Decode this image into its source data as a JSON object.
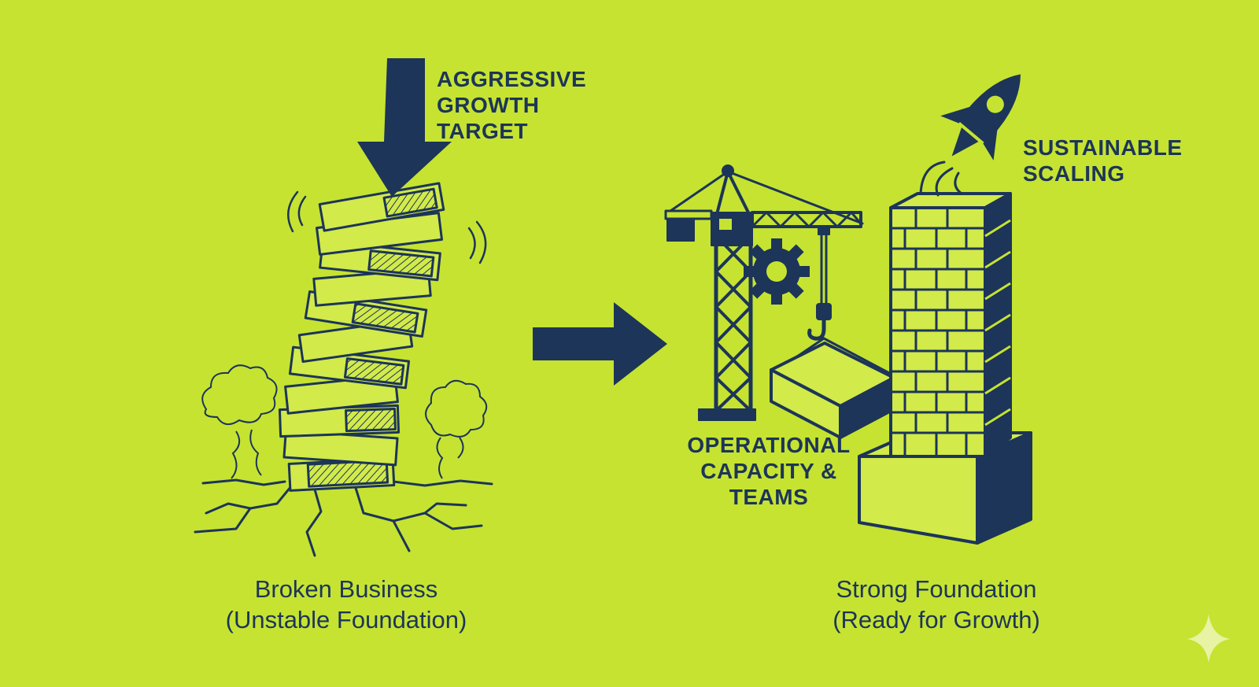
{
  "colors": {
    "background": "#c6e332",
    "ink": "#1c3558",
    "block_face": "#d2ea4a",
    "sparkle": "#e8f3a4"
  },
  "labels": {
    "growth_target": "AGGRESSIVE\nGROWTH\nTARGET",
    "sustainable_scaling": "SUSTAINABLE\nSCALING",
    "operational_capacity": "OPERATIONAL\nCAPACITY &\nTEAMS"
  },
  "captions": {
    "broken": "Broken Business\n(Unstable Foundation)",
    "strong": "Strong Foundation\n(Ready for Growth)"
  },
  "icons": {
    "pressure_arrow": "down-arrow-icon",
    "transition_arrow": "right-arrow-icon",
    "rocket": "rocket-icon",
    "gear": "gear-icon",
    "crane": "crane-icon",
    "sparkle": "sparkle-icon"
  }
}
